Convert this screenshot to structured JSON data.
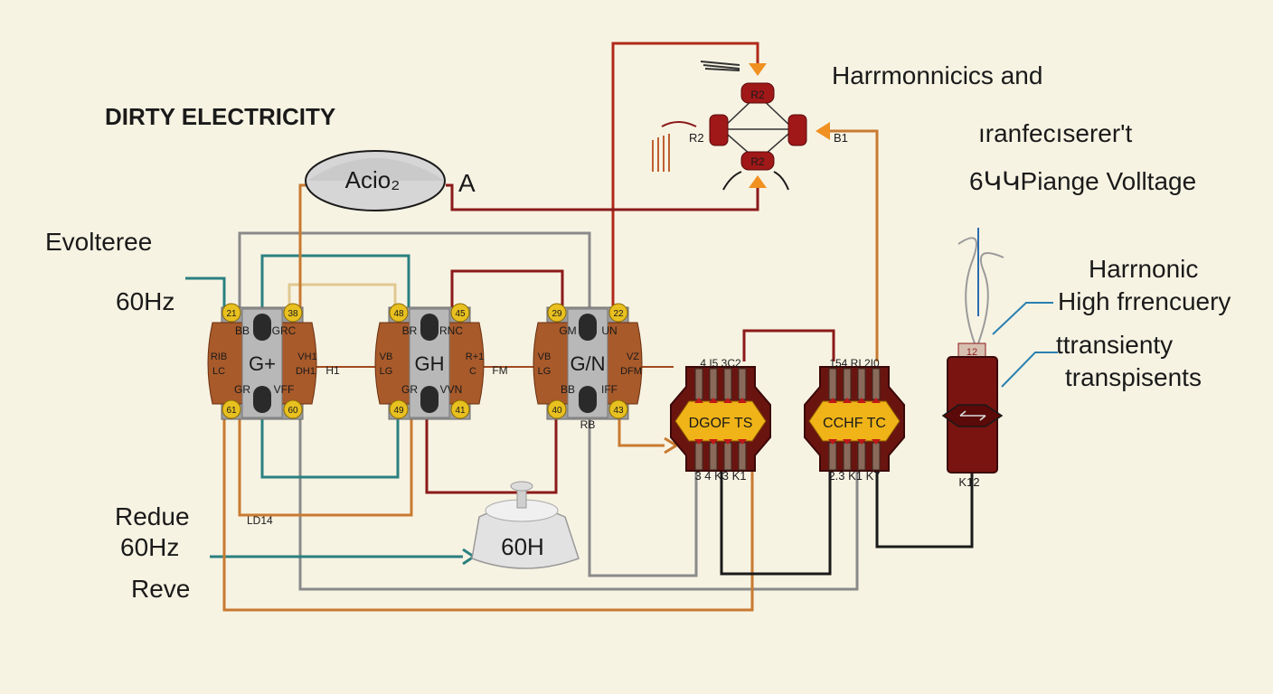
{
  "title": "DIRTY ELECTRICITY",
  "left_labels": {
    "input_top": "Evolteree",
    "input_freq": "60Hz",
    "bottom_1": "Redue",
    "bottom_2": "60Hz",
    "bottom_3": "Reve"
  },
  "right_labels": {
    "line1": "Harrmonnicics and",
    "line2": "ıranfecıserer't",
    "line3": "6ԿԿPiange Volltage",
    "line4": "Harrnonic",
    "line5": "High frrencuery",
    "line6": "ttransienty",
    "line7": "transpisents"
  },
  "oval": {
    "label": "Acio₂",
    "side_label": "A"
  },
  "meter": {
    "label": "60H"
  },
  "modules": [
    {
      "center": "G+",
      "top_left": "BB",
      "top_right": "GRC",
      "left_1": "RIB",
      "left_2": "LC",
      "right_1": "VH1",
      "right_2": "DH1",
      "bottom_left": "GR",
      "bottom_right": "VFF",
      "pin_tl": "21",
      "pin_tr": "38",
      "pin_bl": "61",
      "pin_br": "60",
      "side": "H1"
    },
    {
      "center": "GH",
      "top_left": "BR",
      "top_right": "RNC",
      "left_1": "VB",
      "left_2": "LG",
      "right_1": "R+1",
      "right_2": "C",
      "bottom_left": "GR",
      "bottom_right": "VVN",
      "pin_tl": "48",
      "pin_tr": "45",
      "pin_bl": "49",
      "pin_br": "41",
      "side": "FM"
    },
    {
      "center": "G/N",
      "top_left": "GM",
      "top_right": "UN",
      "left_1": "VB",
      "left_2": "LG",
      "right_1": "VZ",
      "right_2": "DFM",
      "bottom_left": "BB",
      "bottom_right": "IFF",
      "pin_tl": "29",
      "pin_tr": "22",
      "pin_bl": "40",
      "pin_br": "43",
      "side": "RB"
    }
  ],
  "filters": [
    {
      "label": "DGOF  TS",
      "top": "4 I5 3C2",
      "bottom": "3 4 K3 K1"
    },
    {
      "label": "CCHF  TC",
      "top": "154 RI 2I0",
      "bottom": "2.3 K1 K7"
    }
  ],
  "capacitor": {
    "top": "12",
    "bottom": "K12"
  },
  "resistors": {
    "top": "R2",
    "bottom": "R2",
    "left": "R2",
    "right": "B1"
  },
  "misc": {
    "ld": "LD14"
  },
  "colors": {
    "background": "#f7f3e3",
    "wire_orange": "#c87a30",
    "wire_red": "#8b1a1a",
    "wire_teal": "#2b8080",
    "wire_gray": "#808080",
    "module_brown": "#a85a2a",
    "pin_yellow": "#e8c020",
    "filter_yellow": "#f0b418"
  }
}
